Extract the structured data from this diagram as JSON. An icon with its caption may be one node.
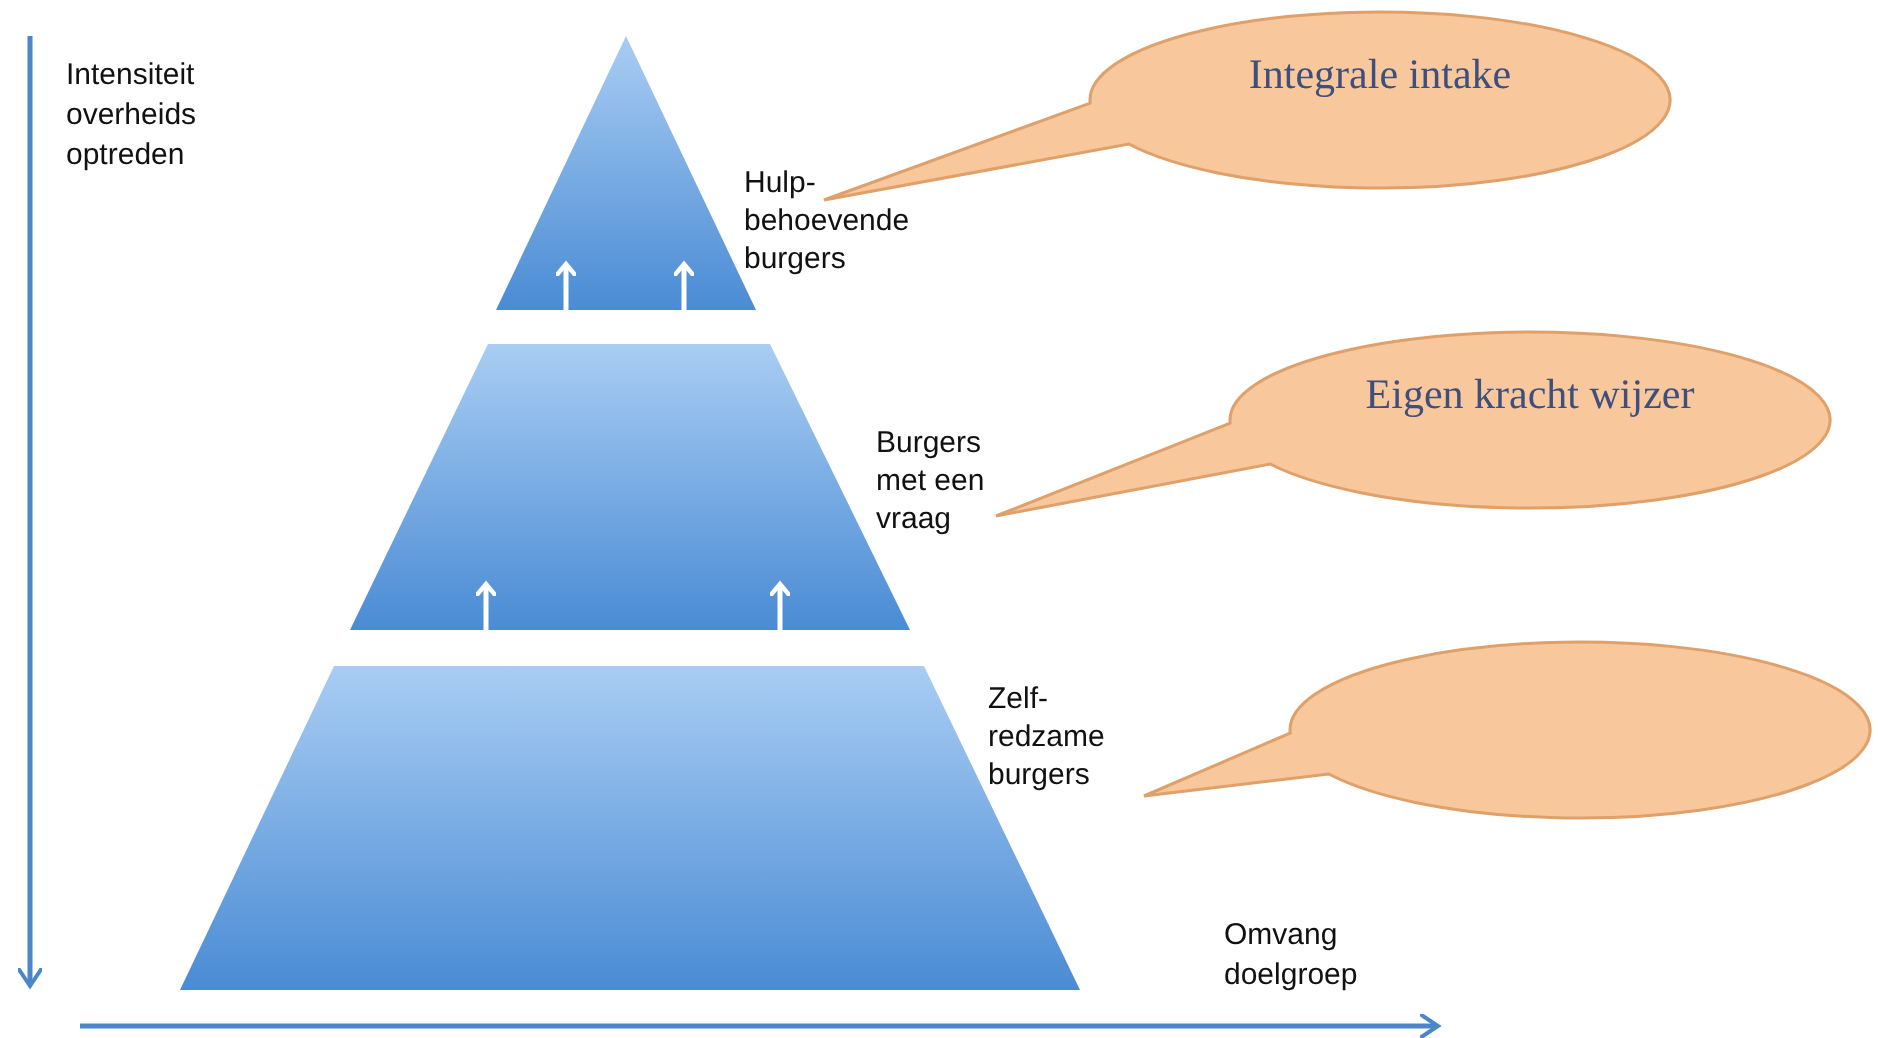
{
  "diagram": {
    "nodes": [
      {
        "text": [
          "Hulp- behoevende burgers"
        ]
      },
      {
        "text": [
          "Integrale intake"
        ]
      },
      {
        "text": [
          "Burgers met een vraag"
        ]
      },
      {
        "text": [
          "Eigen kracht wijzer"
        ]
      },
      {
        "text": [
          "Zelf- redzame burgers"
        ]
      },
      {
        "text": [],
        "shape": "bubble"
      }
    ],
    "edges": [
      {
        "from": 2,
        "to": 0,
        "arrow": "to"
      },
      {
        "from": 2,
        "to": 0,
        "arrow": "to"
      },
      {
        "from": 4,
        "to": 2,
        "arrow": "to"
      },
      {
        "from": 4,
        "to": 2,
        "arrow": "to"
      }
    ],
    "labels": [
      "Intensiteit overheids optreden",
      "Omvang doelgroep"
    ]
  }
}
